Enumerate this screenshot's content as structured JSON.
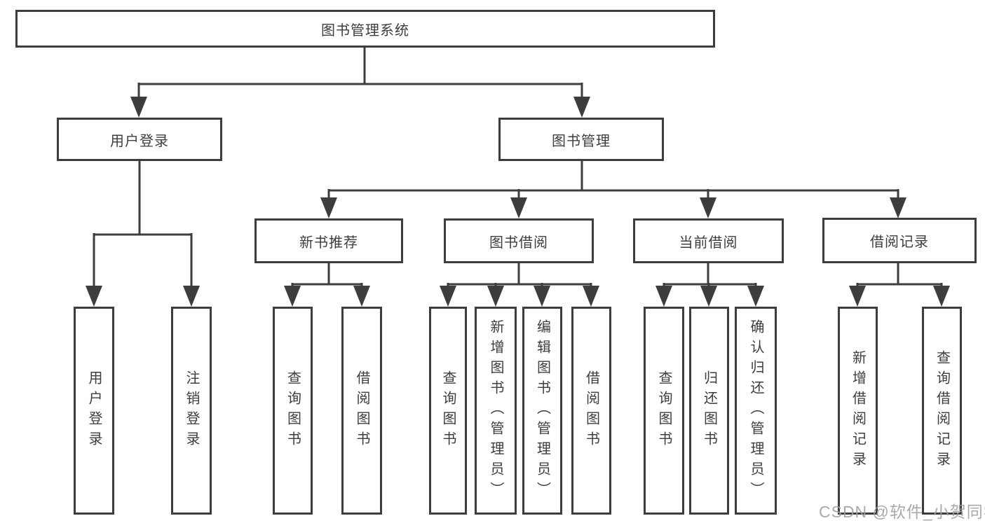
{
  "diagram": {
    "colors": {
      "line": "#3d3d3d",
      "text": "#3d3d3d",
      "box_background": "#ffffff",
      "watermark": "#9e9e9e"
    },
    "nodes": {
      "root": {
        "label": "图书管理系统"
      },
      "user_login": {
        "label": "用户登录"
      },
      "book_management": {
        "label": "图书管理"
      },
      "new_book_recommend": {
        "label": "新书推荐"
      },
      "book_borrowing": {
        "label": "图书借阅"
      },
      "current_borrowing": {
        "label": "当前借阅"
      },
      "borrowing_records": {
        "label": "借阅记录"
      }
    },
    "leaves": {
      "user_login": [
        "用户登录",
        "注销登录"
      ],
      "new_book_recommend": [
        "查询图书",
        "借阅图书"
      ],
      "book_borrowing": [
        "查询图书",
        "新增图书（管理员）",
        "编辑图书（管理员）",
        "借阅图书"
      ],
      "current_borrowing": [
        "查询图书",
        "归还图书",
        "确认归还（管理员）"
      ],
      "borrowing_records": [
        "新增借阅记录",
        "查询借阅记录"
      ]
    },
    "watermark": "CSDN @软件_小贺同学"
  }
}
